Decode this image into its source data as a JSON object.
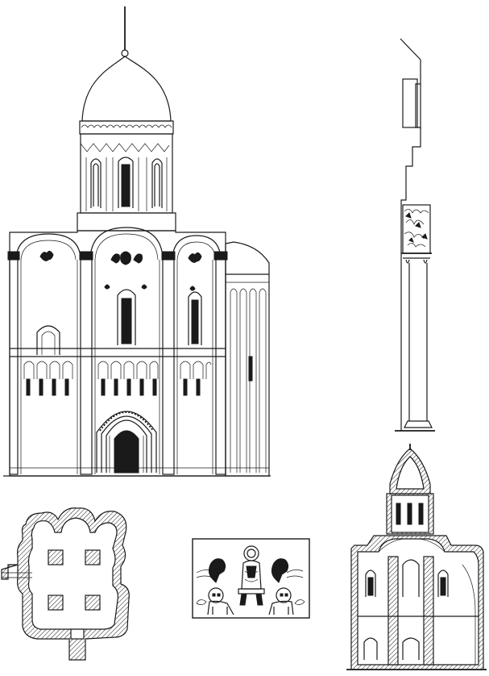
{
  "plate": {
    "panels": [
      {
        "id": "facade-elevation"
      },
      {
        "id": "pilaster-detail"
      },
      {
        "id": "floor-plan"
      },
      {
        "id": "relief-panel",
        "inscription": ""
      },
      {
        "id": "section"
      }
    ]
  },
  "colors": {
    "ink": "#1a1a1a",
    "paper": "#ffffff"
  }
}
